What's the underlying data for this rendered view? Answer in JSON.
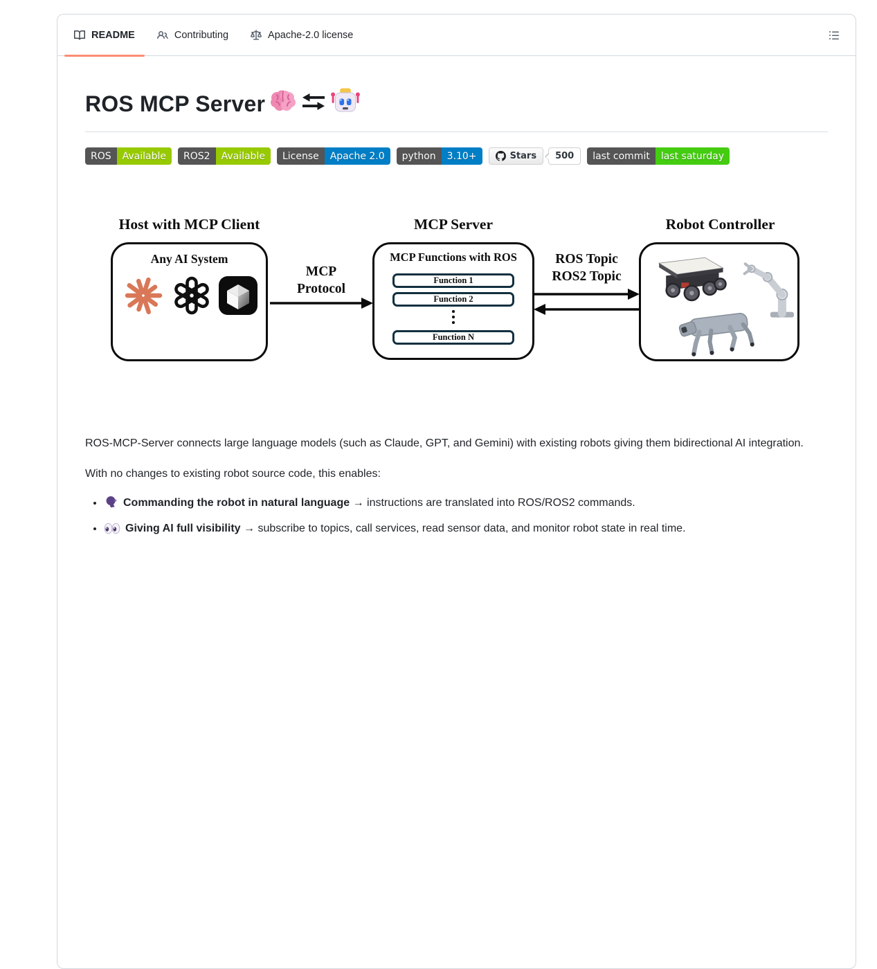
{
  "window": {
    "tabs": [
      {
        "label": "README",
        "icon": "book-icon",
        "active": true
      },
      {
        "label": "Contributing",
        "icon": "people-icon",
        "active": false
      },
      {
        "label": "Apache-2.0 license",
        "icon": "law-icon",
        "active": false
      }
    ],
    "outline_button_icon": "list-unordered-icon"
  },
  "colors": {
    "active_tab_underline": "#fd8c73",
    "badge_label_gray": "#555555",
    "badge_green": "#97ca00",
    "badge_bright_green": "#44cc11",
    "badge_blue": "#007ec6",
    "diagram_stroke": "#0b0b0b",
    "function_box_border": "#12303f",
    "claude_orange": "#d97757"
  },
  "readme": {
    "title": "ROS MCP Server",
    "title_icons": [
      "brain-emoji",
      "swap-arrows-icon",
      "robot-emoji"
    ],
    "badges": {
      "ros": {
        "label": "ROS",
        "value": "Available"
      },
      "ros2": {
        "label": "ROS2",
        "value": "Available"
      },
      "license": {
        "label": "License",
        "value": "Apache 2.0"
      },
      "python": {
        "label": "python",
        "value": "3.10+"
      },
      "stars": {
        "icon": "github-icon",
        "label": "Stars",
        "count": "500"
      },
      "last_commit": {
        "label": "last commit",
        "value": "last saturday"
      }
    },
    "diagram": {
      "host": {
        "heading": "Host with MCP Client",
        "title": "Any AI System",
        "logos": [
          "claude-logo",
          "openai-logo",
          "cube-ai-app-logo"
        ]
      },
      "mcp_protocol_label": {
        "line1": "MCP",
        "line2": "Protocol"
      },
      "server": {
        "heading": "MCP Server",
        "title": "MCP Functions with ROS",
        "function_1": "Function 1",
        "function_2": "Function 2",
        "ellipsis_icon": "vertical-ellipsis-icon",
        "function_n": "Function N"
      },
      "ros_topic_label": {
        "line1": "ROS Topic",
        "line2": "ROS2 Topic"
      },
      "robot": {
        "heading": "Robot Controller",
        "images": [
          "mobile-robot-photo",
          "robot-arm-photo",
          "quadruped-robot-photo"
        ]
      }
    },
    "intro": "ROS-MCP-Server connects large language models (such as Claude, GPT, and Gemini) with existing robots giving them bidirectional AI integration.",
    "enables_line": "With no changes to existing robot source code, this enables:",
    "bullets": [
      {
        "icon": "speaking-head-emoji",
        "bold": "Commanding the robot in natural language",
        "rest": " → instructions are translated into ROS/ROS2 commands."
      },
      {
        "icon": "eyes-emoji",
        "bold": "Giving AI full visibility",
        "rest": " → subscribe to topics, call services, read sensor data, and monitor robot state in real time."
      }
    ]
  }
}
